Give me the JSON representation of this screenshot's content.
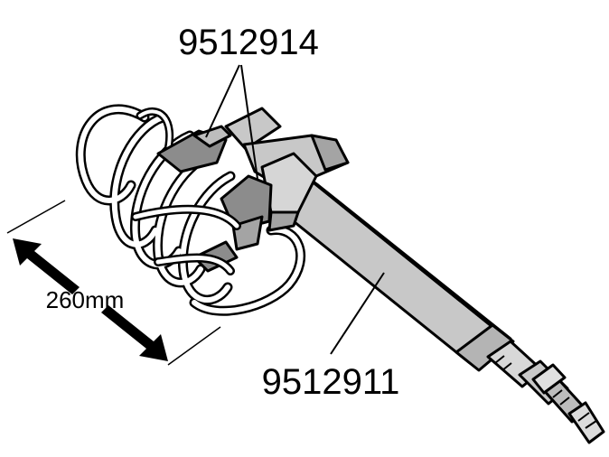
{
  "labels": {
    "part_top": "9512914",
    "part_bottom": "9512911",
    "dimension": "260mm"
  },
  "colors": {
    "ink": "#000000",
    "paper": "#ffffff",
    "tool_body": "#c8c8c8",
    "tool_dark": "#8c8c8c",
    "tool_shadow": "#a4a4a4"
  },
  "icons": {
    "arrow": "double-headed-arrow",
    "coil": "coil-spring",
    "tool": "spring-compressor-tool"
  }
}
